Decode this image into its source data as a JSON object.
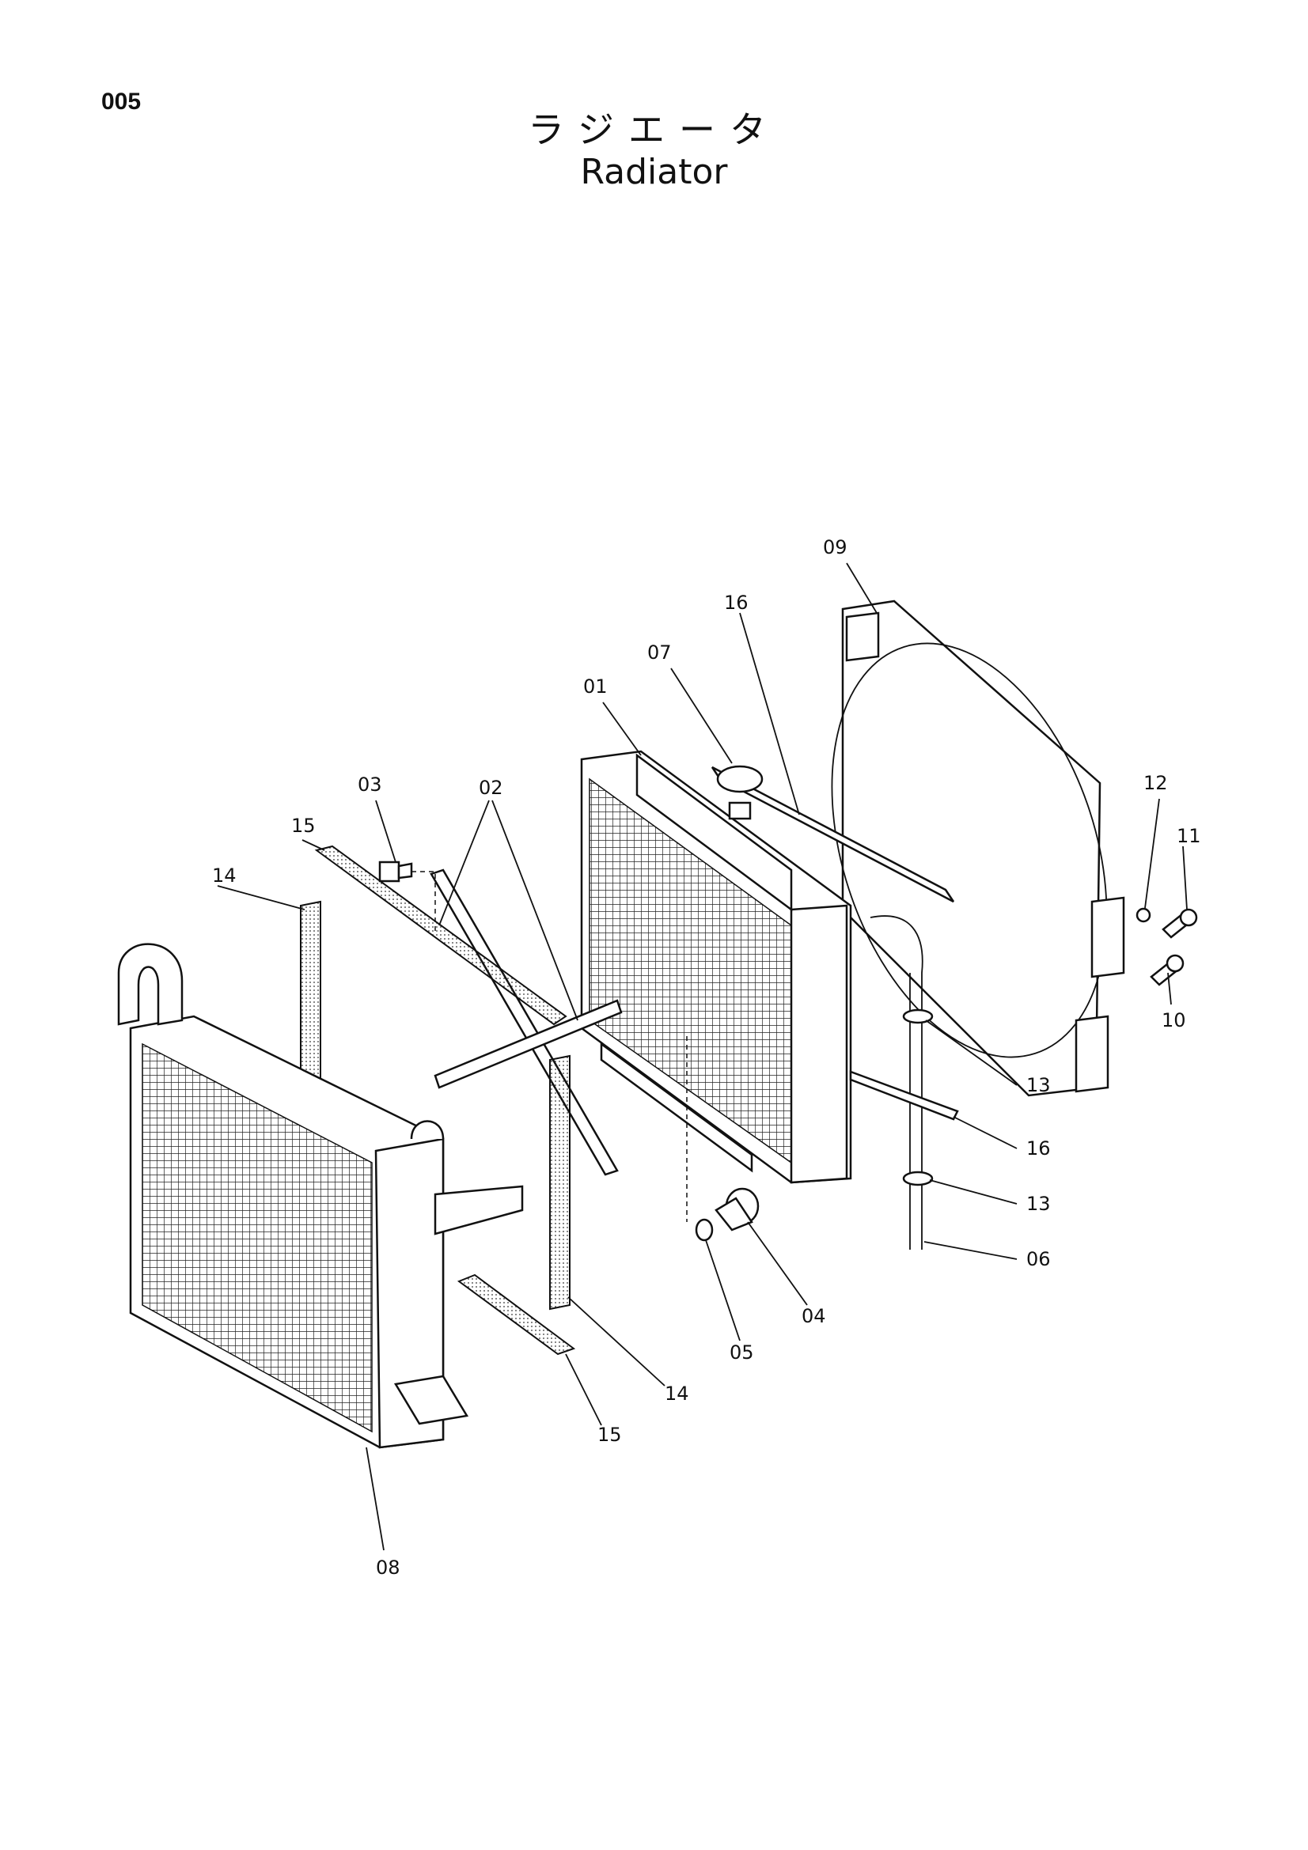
{
  "header": {
    "page_number": "005",
    "title_jp": "ラジエータ",
    "title_en": "Radiator"
  },
  "callouts": [
    {
      "id": "09",
      "text": "09"
    },
    {
      "id": "16a",
      "text": "16"
    },
    {
      "id": "07",
      "text": "07"
    },
    {
      "id": "01",
      "text": "01"
    },
    {
      "id": "03",
      "text": "03"
    },
    {
      "id": "02",
      "text": "02"
    },
    {
      "id": "15a",
      "text": "15"
    },
    {
      "id": "14a",
      "text": "14"
    },
    {
      "id": "12",
      "text": "12"
    },
    {
      "id": "11",
      "text": "11"
    },
    {
      "id": "10",
      "text": "10"
    },
    {
      "id": "13a",
      "text": "13"
    },
    {
      "id": "16b",
      "text": "16"
    },
    {
      "id": "13b",
      "text": "13"
    },
    {
      "id": "06",
      "text": "06"
    },
    {
      "id": "04",
      "text": "04"
    },
    {
      "id": "05",
      "text": "05"
    },
    {
      "id": "14b",
      "text": "14"
    },
    {
      "id": "15b",
      "text": "15"
    },
    {
      "id": "08",
      "text": "08"
    }
  ]
}
